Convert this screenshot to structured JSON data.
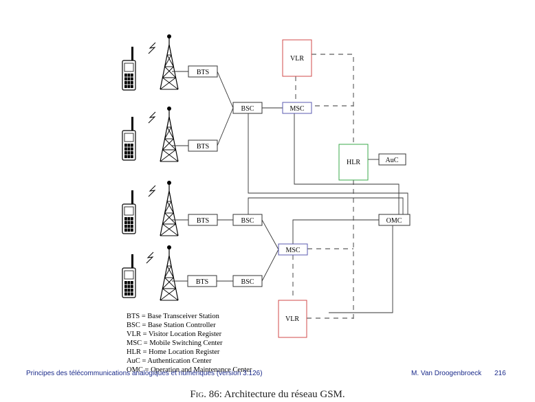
{
  "diagram": {
    "nodes": {
      "bts1": "BTS",
      "bts2": "BTS",
      "bts3": "BTS",
      "bts4": "BTS",
      "bsc1": "BSC",
      "bsc2": "BSC",
      "bsc3": "BSC",
      "msc1": "MSC",
      "msc2": "MSC",
      "vlr1": "VLR",
      "vlr2": "VLR",
      "hlr": "HLR",
      "auc": "AuC",
      "omc": "OMC"
    },
    "colors": {
      "vlr_border": "#d04a4a",
      "msc_border": "#5a5ab0",
      "hlr_border": "#3aa84a",
      "default_border": "#333333"
    },
    "legend": [
      "BTS = Base Transceiver Station",
      "BSC = Base Station Controller",
      "VLR = Visitor Location Register",
      "MSC = Mobile Switching Center",
      "HLR = Home Location Register",
      "AuC = Authentication Center",
      "OMC = Operation and Maintenance Center"
    ]
  },
  "footer": {
    "left": "Principes des télécommunications analogiques et numériques (version 3.126)",
    "right": "M. Van Droogenbroeck",
    "page": "216"
  },
  "caption": {
    "label": "Fig. 86",
    "text": ": Architecture du réseau GSM."
  }
}
